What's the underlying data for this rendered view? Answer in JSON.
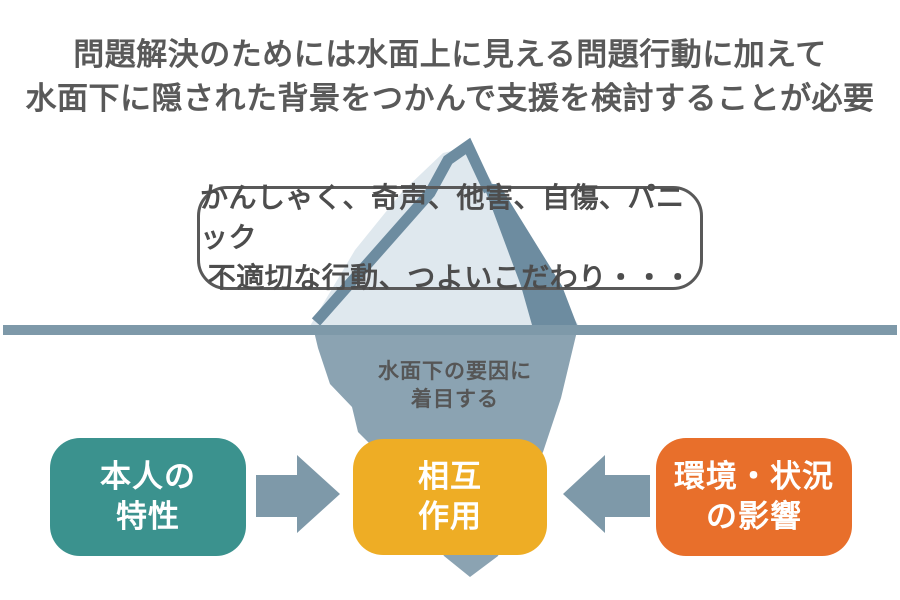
{
  "title": {
    "line1": "問題解決のためには水面上に見える問題行動に加えて",
    "line2": "水面下に隠された背景をつかんで支援を検討することが必要"
  },
  "bubble": {
    "line1": "かんしゃく、奇声、他害、自傷、パニック",
    "line2": "不適切な行動、つよいこだわり・・・"
  },
  "iceberg": {
    "underwater_label_line1": "水面下の要因に",
    "underwater_label_line2": "着目する"
  },
  "boxes": {
    "left": {
      "line1": "本人の",
      "line2": "特性",
      "color": "#3b928e"
    },
    "center": {
      "line1": "相互",
      "line2": "作用",
      "color": "#eead25"
    },
    "right": {
      "line1": "環境・状況",
      "line2": "の影響",
      "color": "#e86f2b"
    }
  },
  "colors": {
    "pale_ice": "#dfe8ee",
    "ridge": "#6d8ca0",
    "water_bar": "#7e99a9",
    "underwater": "#8ba3b2",
    "arrow": "#7e99a9",
    "title_text": "#595959",
    "bubble_border": "#595959",
    "bubble_text": "#4d4d4d",
    "label_text": "#565656",
    "box_text": "#ffffff"
  }
}
